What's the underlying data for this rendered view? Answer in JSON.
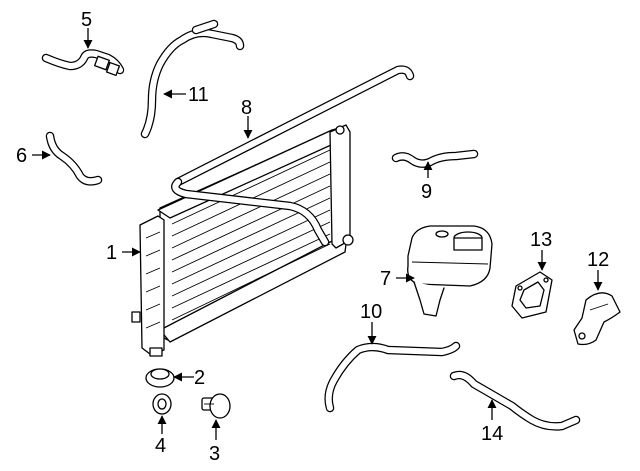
{
  "callouts": [
    {
      "id": "1",
      "label": "1",
      "part": "radiator"
    },
    {
      "id": "2",
      "label": "2",
      "part": "drain-plug-seal"
    },
    {
      "id": "3",
      "label": "3",
      "part": "drain-plug"
    },
    {
      "id": "4",
      "label": "4",
      "part": "o-ring"
    },
    {
      "id": "5",
      "label": "5",
      "part": "heater-hose-upper"
    },
    {
      "id": "6",
      "label": "6",
      "part": "heater-hose-elbow"
    },
    {
      "id": "7",
      "label": "7",
      "part": "coolant-reservoir"
    },
    {
      "id": "8",
      "label": "8",
      "part": "overflow-hose"
    },
    {
      "id": "9",
      "label": "9",
      "part": "vent-hose"
    },
    {
      "id": "10",
      "label": "10",
      "part": "upper-radiator-hose"
    },
    {
      "id": "11",
      "label": "11",
      "part": "bypass-hose"
    },
    {
      "id": "12",
      "label": "12",
      "part": "mounting-bracket"
    },
    {
      "id": "13",
      "label": "13",
      "part": "reservoir-bracket"
    },
    {
      "id": "14",
      "label": "14",
      "part": "lower-radiator-hose"
    }
  ],
  "colors": {
    "line": "#000000",
    "background": "#ffffff"
  }
}
